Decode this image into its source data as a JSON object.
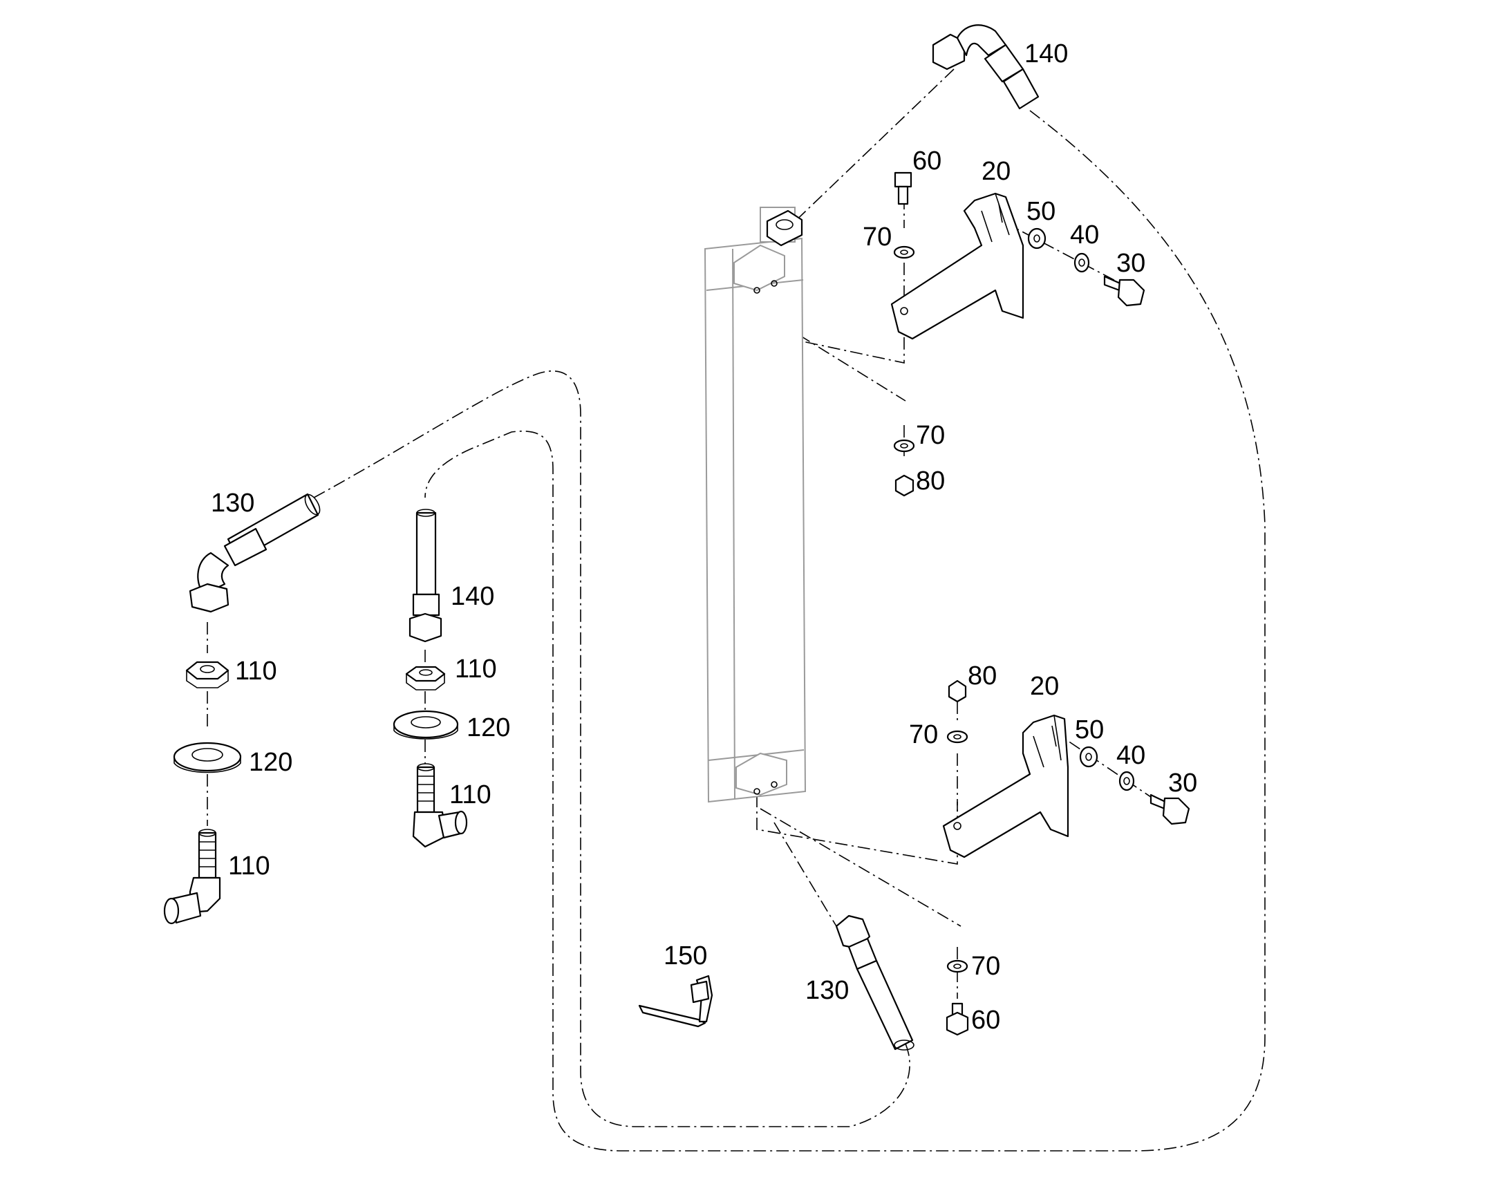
{
  "diagram": {
    "callouts": [
      {
        "id": "c140_top",
        "text": "140"
      },
      {
        "id": "c60_top",
        "text": "60"
      },
      {
        "id": "c20_top",
        "text": "20"
      },
      {
        "id": "c50_top",
        "text": "50"
      },
      {
        "id": "c70_top",
        "text": "70"
      },
      {
        "id": "c40_top",
        "text": "40"
      },
      {
        "id": "c30_top",
        "text": "30"
      },
      {
        "id": "c70_mid",
        "text": "70"
      },
      {
        "id": "c80_mid",
        "text": "80"
      },
      {
        "id": "c130_left",
        "text": "130"
      },
      {
        "id": "c140_left",
        "text": "140"
      },
      {
        "id": "c110_a",
        "text": "110"
      },
      {
        "id": "c110_b",
        "text": "110"
      },
      {
        "id": "c120_a",
        "text": "120"
      },
      {
        "id": "c120_b",
        "text": "120"
      },
      {
        "id": "c110_c",
        "text": "110"
      },
      {
        "id": "c110_d",
        "text": "110"
      },
      {
        "id": "c80_low",
        "text": "80"
      },
      {
        "id": "c20_low",
        "text": "20"
      },
      {
        "id": "c70_low",
        "text": "70"
      },
      {
        "id": "c50_low",
        "text": "50"
      },
      {
        "id": "c40_low",
        "text": "40"
      },
      {
        "id": "c30_low",
        "text": "30"
      },
      {
        "id": "c150",
        "text": "150"
      },
      {
        "id": "c130_low",
        "text": "130"
      },
      {
        "id": "c70_bottom",
        "text": "70"
      },
      {
        "id": "c60_bottom",
        "text": "60"
      }
    ]
  }
}
